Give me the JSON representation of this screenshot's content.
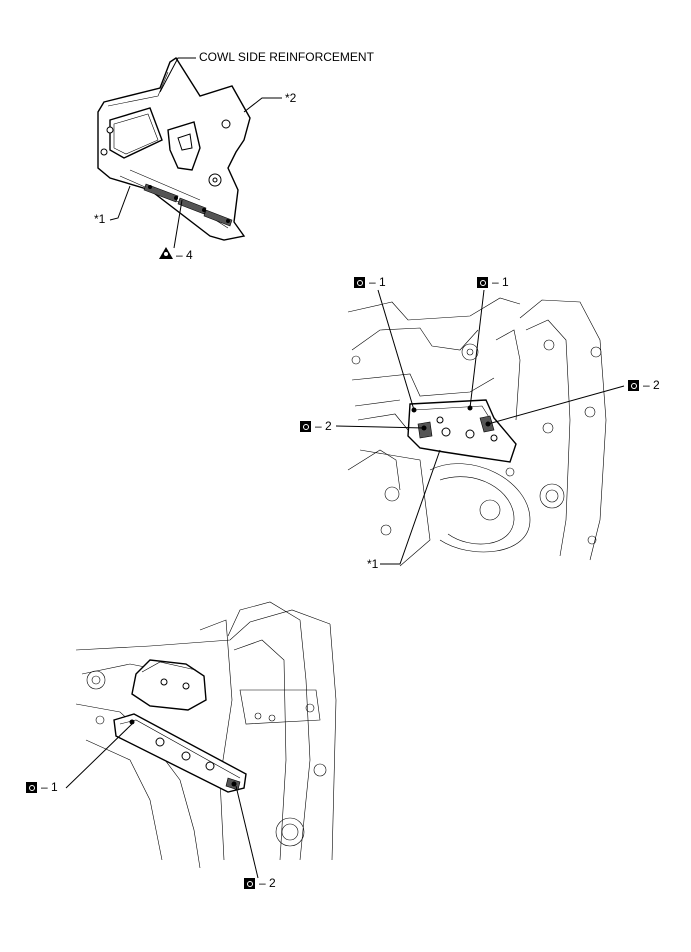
{
  "labels": {
    "cowl_side_reinforcement": "COWL SIDE REINFORCEMENT",
    "ref_star2": "*2",
    "ref_star1_top": "*1",
    "ref_star1_mid": "*1",
    "triangle_callout": "– 4",
    "mid_callout_1a": "– 1",
    "mid_callout_1b": "– 1",
    "mid_callout_2a": "– 2",
    "mid_callout_2b": "– 2",
    "bot_callout_1": "– 1",
    "bot_callout_2": "– 2"
  },
  "icons": {
    "weld_symbol": "square-weld-icon",
    "triangle_symbol": "triangle-weld-icon"
  }
}
